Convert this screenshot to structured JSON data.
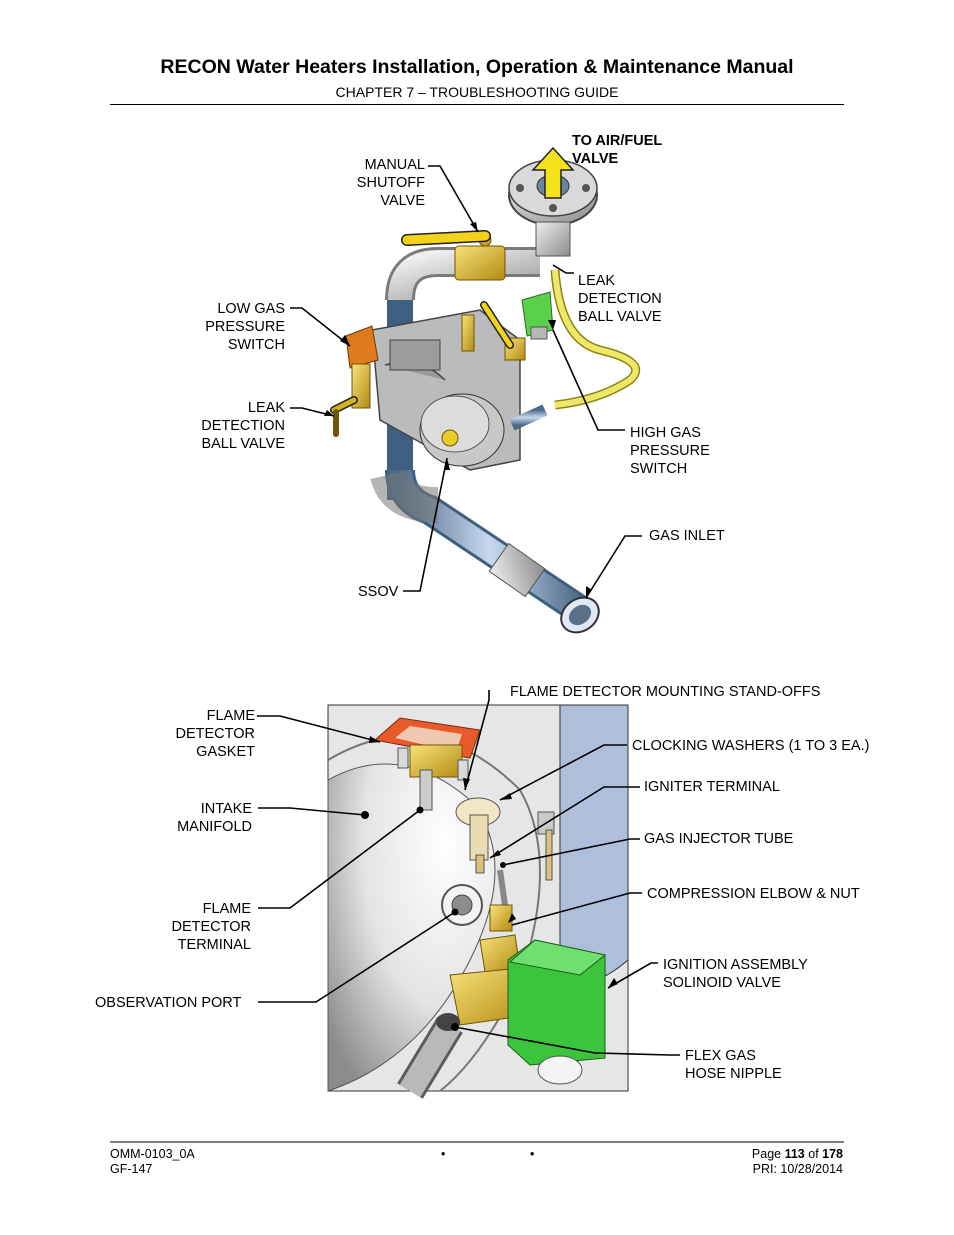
{
  "header": {
    "title": "RECON Water Heaters Installation, Operation & Maintenance Manual",
    "chapter": "CHAPTER 7 – TROUBLESHOOTING GUIDE"
  },
  "figure1": {
    "labels": {
      "to_air_fuel": "TO AIR/FUEL\nVALVE",
      "manual_shutoff": "MANUAL\nSHUTOFF\nVALVE",
      "leak_detection_right": "LEAK\nDETECTION\nBALL VALVE",
      "low_gas": "LOW GAS\nPRESSURE\nSWITCH",
      "leak_detection_left": "LEAK\nDETECTION\nBALL VALVE",
      "high_gas": "HIGH GAS\nPRESSURE\nSWITCH",
      "gas_inlet": "GAS INLET",
      "ssov": "SSOV"
    }
  },
  "figure2": {
    "labels": {
      "standoffs": "FLAME DETECTOR MOUNTING STAND-OFFS",
      "gasket": "FLAME\nDETECTOR\nGASKET",
      "clocking": "CLOCKING WASHERS (1 TO 3 EA.)",
      "igniter": "IGNITER TERMINAL",
      "intake": "INTAKE\nMANIFOLD",
      "injector": "GAS INJECTOR TUBE",
      "compression": "COMPRESSION ELBOW & NUT",
      "detector_terminal": "FLAME\nDETECTOR\nTERMINAL",
      "ignition": "IGNITION ASSEMBLY\nSOLINOID VALVE",
      "observation": "OBSERVATION PORT",
      "flex_hose": "FLEX GAS\nHOSE NIPPLE"
    }
  },
  "footer": {
    "doc_number": "OMM-0103_0A",
    "gf_number": "GF-147",
    "bullet": "•",
    "page_prefix": "Page ",
    "page_current": "113",
    "page_of": " of ",
    "page_total": "178",
    "pri": "PRI: 10/28/2014"
  }
}
